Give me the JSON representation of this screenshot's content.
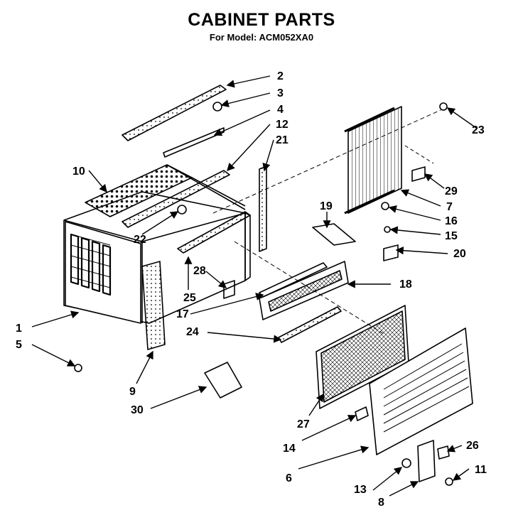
{
  "header": {
    "title": "CABINET PARTS",
    "subtitle": "For Model: ACM052XA0"
  },
  "callouts": {
    "c1": "1",
    "c2": "2",
    "c3": "3",
    "c4": "4",
    "c5": "5",
    "c6": "6",
    "c7": "7",
    "c8": "8",
    "c9": "9",
    "c10": "10",
    "c11": "11",
    "c12": "12",
    "c13": "13",
    "c14": "14",
    "c15": "15",
    "c16": "16",
    "c17": "17",
    "c18": "18",
    "c19": "19",
    "c20": "20",
    "c21": "21",
    "c22": "22",
    "c23": "23",
    "c24": "24",
    "c25": "25",
    "c26": "26",
    "c27": "27",
    "c28": "28",
    "c29": "29",
    "c30": "30"
  }
}
